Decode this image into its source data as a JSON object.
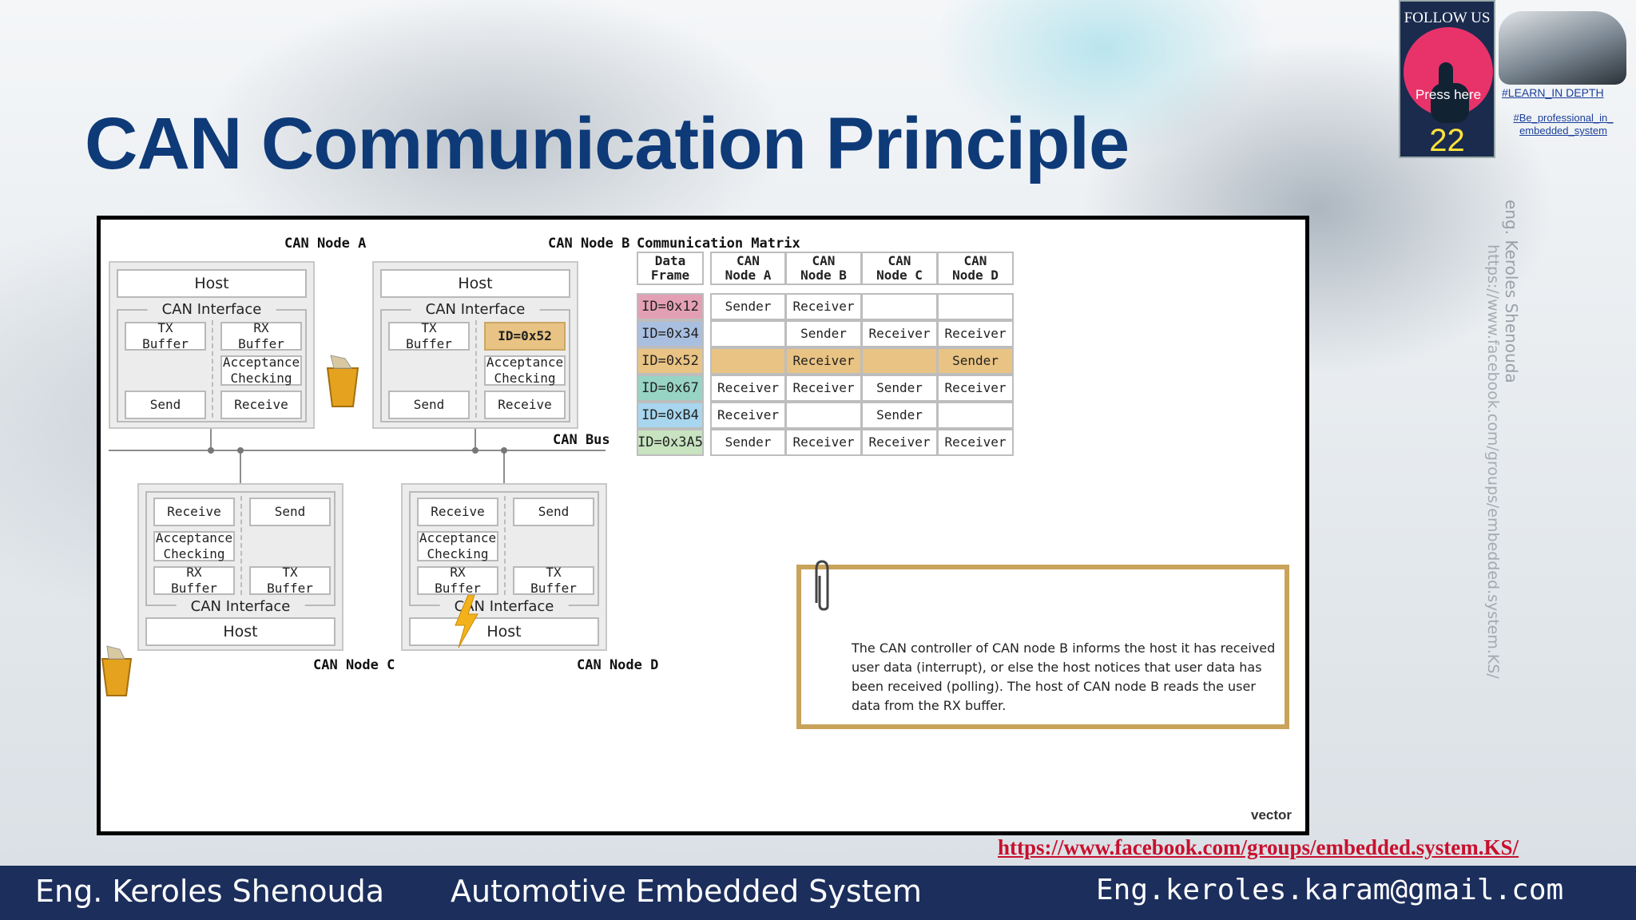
{
  "title": "CAN Communication Principle",
  "follow": {
    "label": "FOLLOW US",
    "press": "Press here",
    "number": "22",
    "tag1": "#LEARN_IN DEPTH",
    "tag2": "#Be_professional_in_ embedded_system"
  },
  "side_text": {
    "author": "eng. Keroles Shenouda",
    "url": "https://www.facebook.com/groups/embedded.system.KS/"
  },
  "diagram": {
    "node_a_label": "CAN Node A",
    "node_b_label": "CAN Node B",
    "node_c_label": "CAN Node C",
    "node_d_label": "CAN Node D",
    "bus_label": "CAN Bus",
    "host": "Host",
    "can_interface": "CAN Interface",
    "tx_buffer": "TX\nBuffer",
    "rx_buffer": "RX\nBuffer",
    "acceptance": "Acceptance\nChecking",
    "send": "Send",
    "receive": "Receive",
    "node_b_rx_value": "ID=0x52"
  },
  "matrix": {
    "title": "Communication Matrix",
    "headers": [
      "Data\nFrame",
      "CAN\nNode A",
      "CAN\nNode B",
      "CAN\nNode C",
      "CAN\nNode D"
    ],
    "rows": [
      {
        "id": "ID=0x12",
        "color": "#e3a0b4",
        "cells": [
          "Sender",
          "Receiver",
          "",
          ""
        ]
      },
      {
        "id": "ID=0x34",
        "color": "#a9bfe0",
        "cells": [
          "",
          "Sender",
          "Receiver",
          "Receiver"
        ]
      },
      {
        "id": "ID=0x52",
        "color": "#e9c383",
        "cells": [
          "",
          "Receiver",
          "",
          "Sender"
        ],
        "highlight": true
      },
      {
        "id": "ID=0x67",
        "color": "#97d4c3",
        "cells": [
          "Receiver",
          "Receiver",
          "Sender",
          "Receiver"
        ]
      },
      {
        "id": "ID=0xB4",
        "color": "#a7d6ee",
        "cells": [
          "Receiver",
          "",
          "Sender",
          ""
        ]
      },
      {
        "id": "ID=0x3A5",
        "color": "#c7e3c0",
        "cells": [
          "Sender",
          "Receiver",
          "Receiver",
          "Receiver"
        ]
      }
    ]
  },
  "note": "The CAN controller of CAN node B informs the host it has received user data (interrupt), or else the host notices that user data has been received (polling). The host of CAN node B reads the user data from the RX buffer.",
  "vector_logo": "vector",
  "url_bottom": "https://www.facebook.com/groups/embedded.system.KS/",
  "footer": {
    "left": "Eng. Keroles Shenouda",
    "center": "Automotive Embedded System",
    "right": "Eng.keroles.karam@gmail.com"
  },
  "colors": {
    "title": "#0e3a78",
    "footer_bg": "#1b2e5c",
    "url": "#c8102e",
    "note_border": "#c9a35a",
    "highlight": "#e9c383"
  }
}
